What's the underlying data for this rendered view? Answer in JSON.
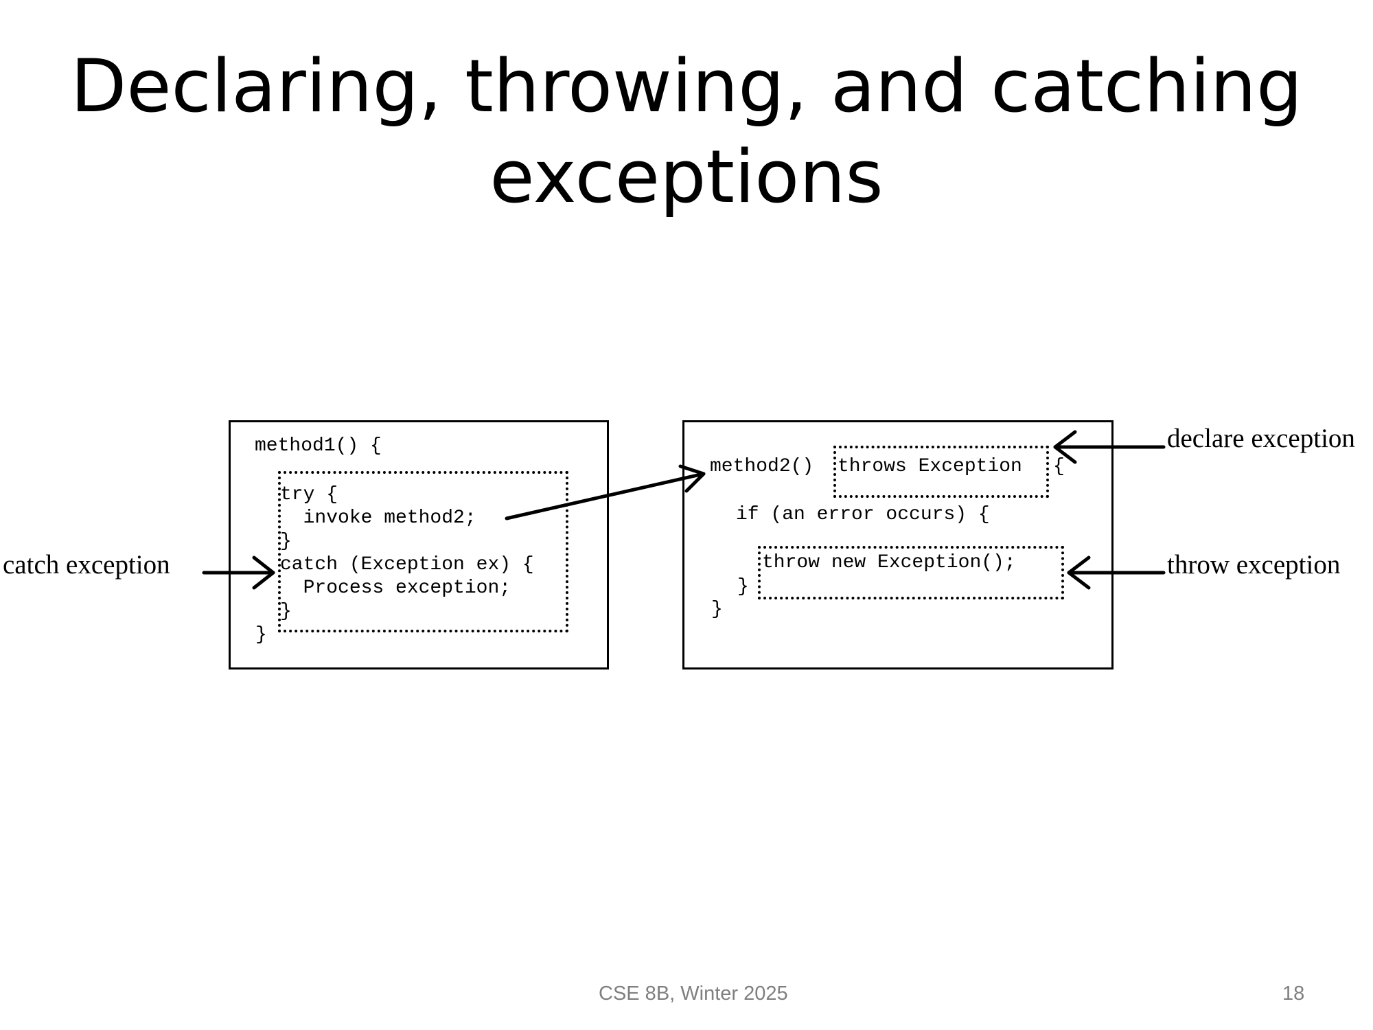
{
  "slide": {
    "title_line1": "Declaring, throwing, and catching",
    "title_line2": "exceptions",
    "footer_center": "CSE 8B, Winter 2025",
    "page_number": "18"
  },
  "method1_box": {
    "header": "method1() {",
    "try_line": "try {",
    "invoke_line": "  invoke method2;",
    "close_try": "}",
    "catch_line": "catch (Exception ex) {",
    "process_line": "  Process exception;",
    "close_catch": "}",
    "close_method": "}"
  },
  "method2_box": {
    "header": "method2()",
    "throws_clause": "throws Exception",
    "open_brace": "{",
    "if_line": "if (an error occurs) {",
    "throw_line": "throw new Exception();",
    "close_if": "}",
    "close_method": "}"
  },
  "annotations": {
    "catch": "catch exception",
    "declare": "declare exception",
    "throw": "throw exception"
  }
}
